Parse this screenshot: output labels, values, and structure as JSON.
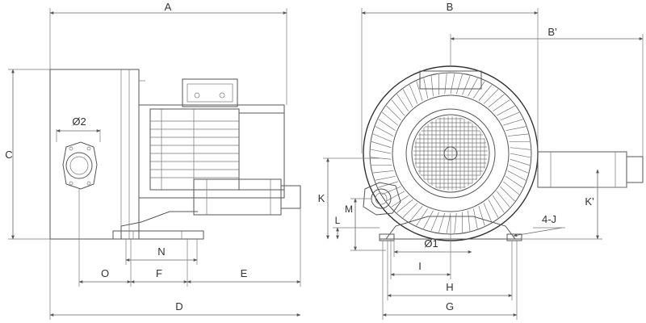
{
  "labels": {
    "A": "A",
    "B": "B",
    "B_prime": "B'",
    "C": "C",
    "D": "D",
    "E": "E",
    "F": "F",
    "G": "G",
    "H": "H",
    "I": "I",
    "K": "K",
    "K_prime": "K'",
    "L": "L",
    "M": "M",
    "N": "N",
    "O": "O",
    "J": "4-J",
    "dia1": "Ø1",
    "dia2": "Ø2"
  }
}
